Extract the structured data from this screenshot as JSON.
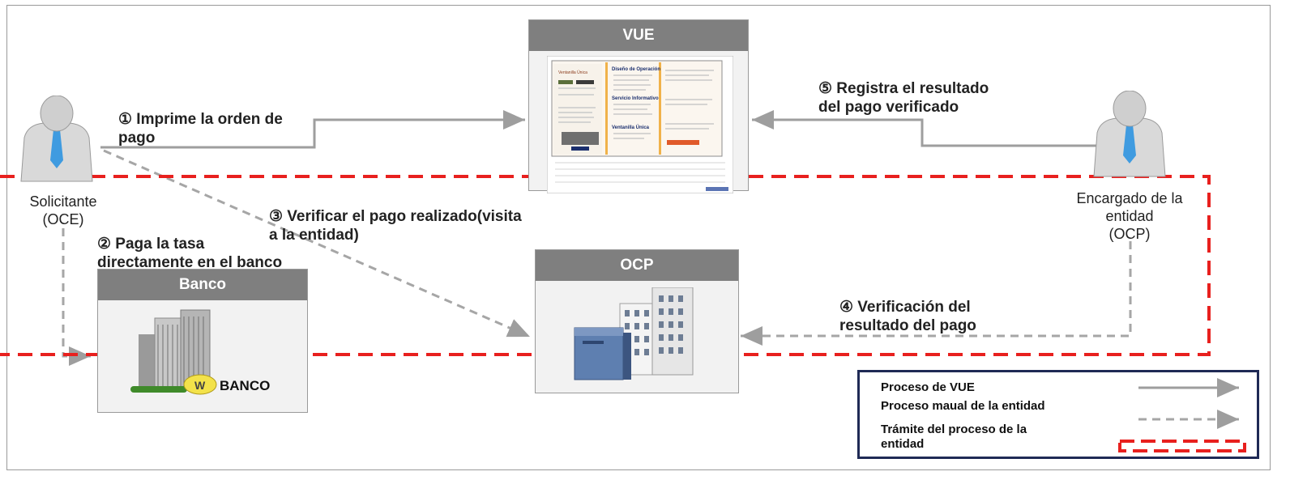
{
  "boxes": {
    "vue": {
      "title": "VUE"
    },
    "banco": {
      "title": "Banco",
      "sign": "BANCO",
      "coin": "W"
    },
    "ocp": {
      "title": "OCP"
    }
  },
  "actors": {
    "solicitante": {
      "line1": "Solicitante",
      "line2": "(OCE)"
    },
    "encargado": {
      "line1": "Encargado de la",
      "line2": "entidad",
      "line3": "(OCP)"
    }
  },
  "steps": {
    "s1": {
      "line1": "① Imprime  la orden de",
      "line2": "pago"
    },
    "s2": {
      "line1": "② Paga la tasa",
      "line2": "directamente en el banco"
    },
    "s3": {
      "line1": "③ Verificar el pago realizado(visita",
      "line2": "a  la entidad)"
    },
    "s4": {
      "line1": "④ Verificación del",
      "line2": "resultado del pago"
    },
    "s5": {
      "line1": "⑤ Registra el resultado",
      "line2": "del pago verificado"
    }
  },
  "legend": {
    "vue_process": "Proceso de VUE",
    "manual_process": "Proceso maual de la entidad",
    "entity_line1": "Trámite del proceso de la",
    "entity_line2": "entidad"
  },
  "screenshot_text": {
    "title": "Diseño de Operación",
    "section2": "Servicio Informativo",
    "section3": "Ventanilla Única",
    "brand": "Ventanilla Única"
  },
  "colors": {
    "solid_arrow": "#9e9e9e",
    "dashed_arrow": "#a6a6a6",
    "red_boundary": "#e8201e",
    "box_header": "#7f7f7f",
    "legend_border": "#1f2a55"
  }
}
